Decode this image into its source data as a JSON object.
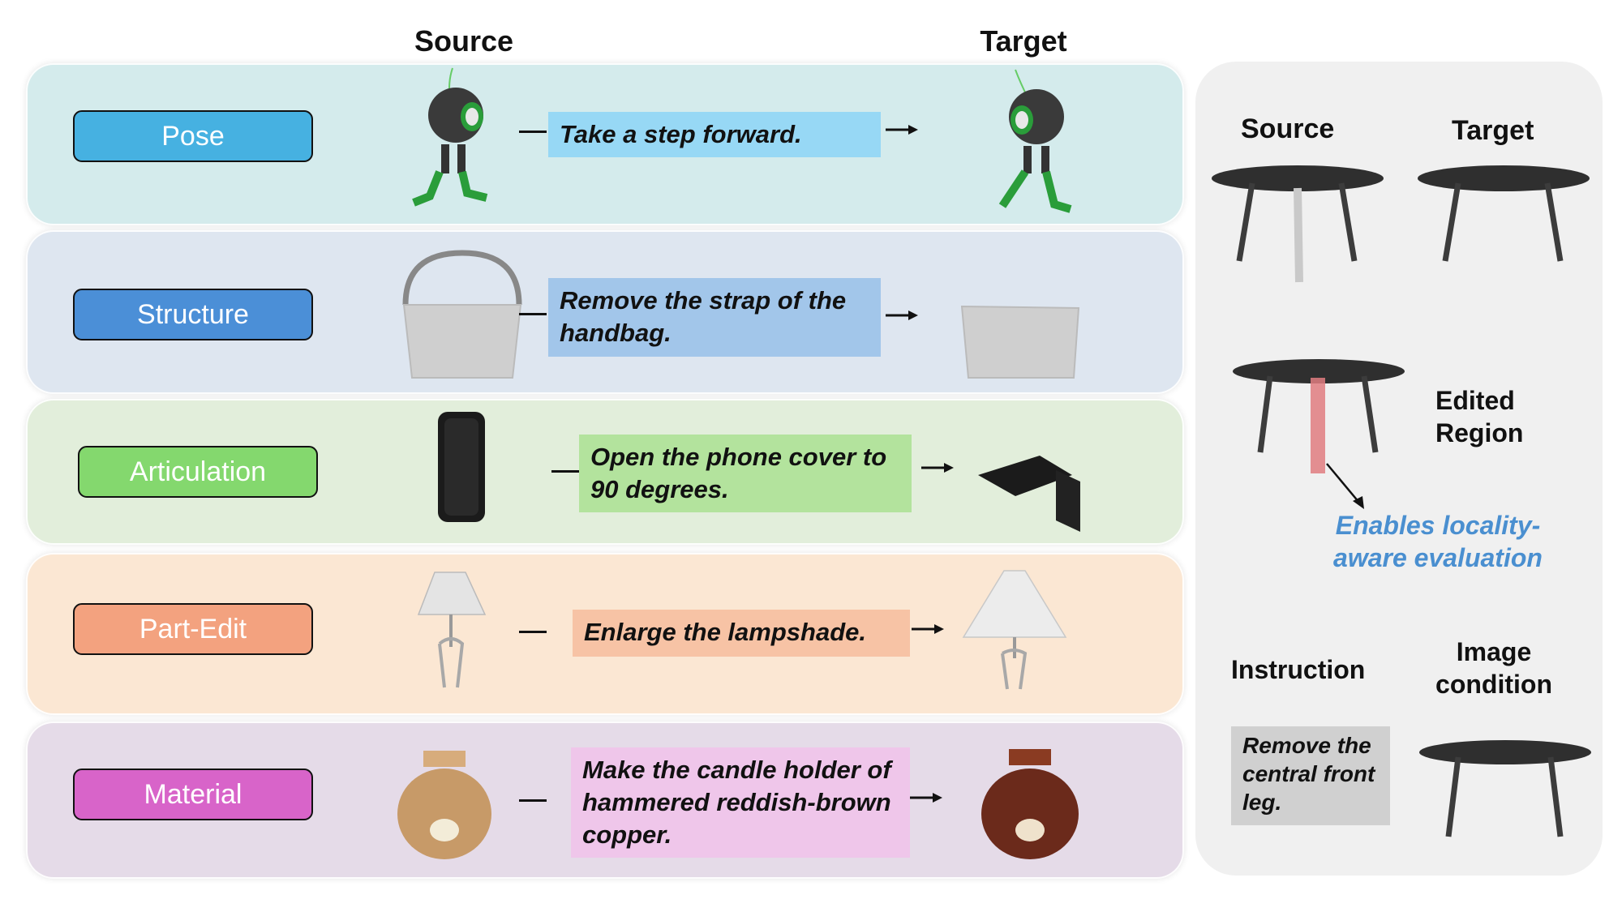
{
  "headers": {
    "source": "Source",
    "target": "Target"
  },
  "rows": [
    {
      "category": "Pose",
      "instruction": "Take a step forward.",
      "row_color": "#d4ebec",
      "tag_color": "#46b1e1",
      "instr_color": "#97d8f5"
    },
    {
      "category": "Structure",
      "instruction": "Remove the strap of the handbag.",
      "row_color": "#dee6f0",
      "tag_color": "#4b8fd7",
      "instr_color": "#a2c6ea"
    },
    {
      "category": "Articulation",
      "instruction": "Open the phone cover to 90 degrees.",
      "row_color": "#e2eedb",
      "tag_color": "#84d86e",
      "instr_color": "#b3e39d"
    },
    {
      "category": "Part-Edit",
      "instruction": "Enlarge the lampshade.",
      "row_color": "#fbe7d3",
      "tag_color": "#f3a27f",
      "instr_color": "#f7c3a5"
    },
    {
      "category": "Material",
      "instruction": "Make the candle holder of hammered reddish-brown copper.",
      "row_color": "#e5dbe8",
      "tag_color": "#d864c9",
      "instr_color": "#efc6ea"
    }
  ],
  "panel": {
    "source": "Source",
    "target": "Target",
    "edited_region": "Edited Region",
    "locality_note": "Enables locality-aware evaluation",
    "instruction_label": "Instruction",
    "image_condition_label": "Image condition",
    "example_instruction": "Remove the central front leg."
  }
}
